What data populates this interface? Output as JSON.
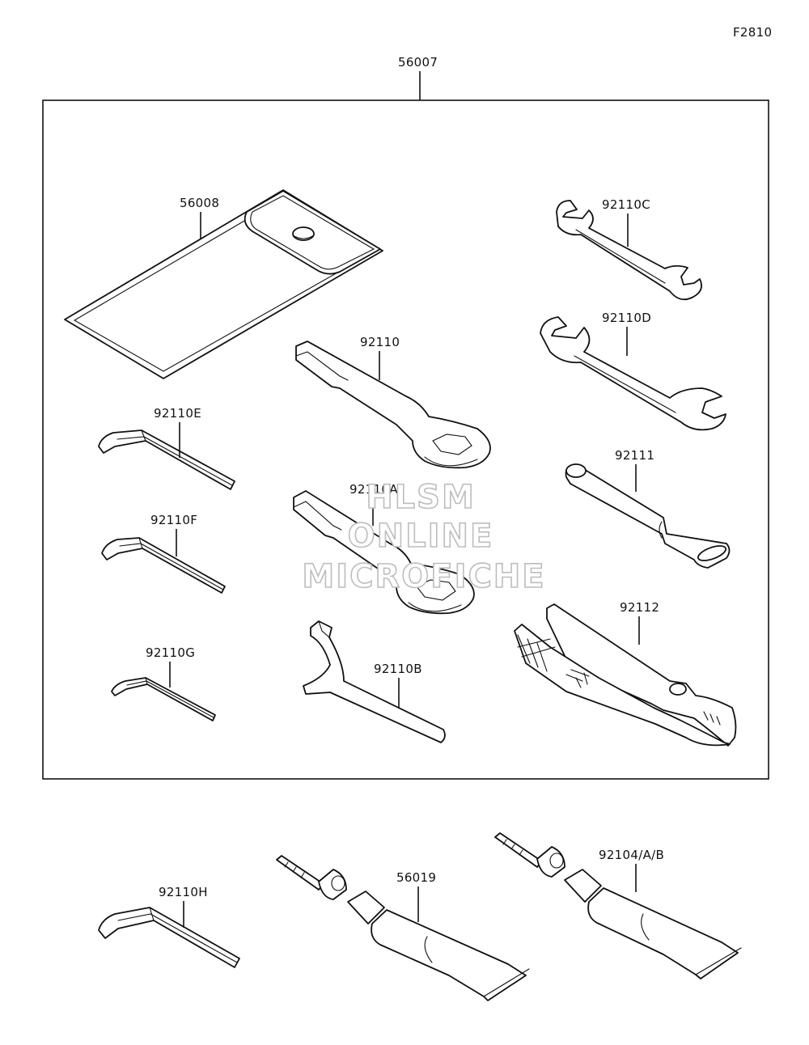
{
  "diagram_code": "F2810",
  "watermark": [
    "HLSM",
    "ONLINE",
    "MICROFICHE"
  ],
  "callouts": {
    "kit": "56007",
    "pouch": "56008",
    "wrench_c": "92110C",
    "wrench_d": "92110D",
    "ring_wrench": "92110",
    "ring_wrench_a": "92110A",
    "hex_e": "92110E",
    "hex_f": "92110F",
    "hex_g": "92110G",
    "hex_h": "92110H",
    "hook_wrench": "92110B",
    "handle": "92111",
    "pliers": "92112",
    "tube_1": "56019",
    "tube_2": "92104/A/B"
  }
}
